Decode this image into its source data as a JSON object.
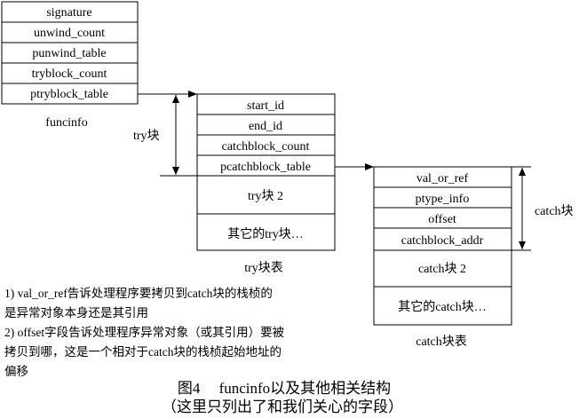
{
  "funcinfo": {
    "fields": [
      "signature",
      "unwind_count",
      "punwind_table",
      "tryblock_count",
      "ptryblock_table"
    ],
    "label": "funcinfo"
  },
  "try_table": {
    "fields": [
      "start_id",
      "end_id",
      "catchblock_count",
      "pcatchblock_table"
    ],
    "extra_blocks": [
      "try块 2",
      "其它的try块…"
    ],
    "label": "try块表",
    "bracket_label": "try块"
  },
  "catch_table": {
    "fields": [
      "val_or_ref",
      "ptype_info",
      "offset",
      "catchblock_addr"
    ],
    "extra_blocks": [
      "catch块 2",
      "其它的catch块…"
    ],
    "label": "catch块表",
    "bracket_label": "catch块"
  },
  "notes": [
    "1)  val_or_ref告诉处理程序要拷贝到catch块的栈桢的",
    "是异常对象本身还是其引用",
    "2) offset字段告诉处理程序异常对象（或其引用）要被",
    "拷贝到哪，这是一个相对于catch块的栈桢起始地址的",
    "偏移"
  ],
  "caption": {
    "line1": "图4     funcinfo以及其他相关结构",
    "line2": "（这里只列出了和我们关心的字段）"
  }
}
